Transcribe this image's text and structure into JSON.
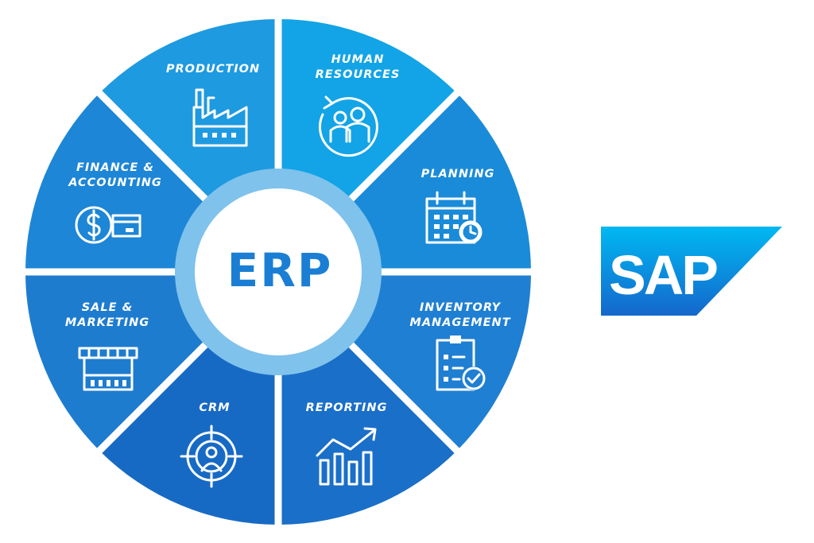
{
  "center": {
    "label": "ERP"
  },
  "segments": [
    {
      "id": "production",
      "lines": [
        "PRODUCTION"
      ],
      "icon": "factory-icon",
      "color": "#1e9ae0"
    },
    {
      "id": "human-resources",
      "lines": [
        "HUMAN",
        "RESOURCES"
      ],
      "icon": "people-cycle-icon",
      "color": "#12a4e6"
    },
    {
      "id": "planning",
      "lines": [
        "PLANNING"
      ],
      "icon": "calendar-clock-icon",
      "color": "#1a8bd8"
    },
    {
      "id": "inventory-management",
      "lines": [
        "INVENTORY",
        "MANAGEMENT"
      ],
      "icon": "clipboard-check-icon",
      "color": "#1f7fd2"
    },
    {
      "id": "reporting",
      "lines": [
        "REPORTING"
      ],
      "icon": "bar-chart-trend-icon",
      "color": "#1a6fc8"
    },
    {
      "id": "crm",
      "lines": [
        "CRM"
      ],
      "icon": "target-person-icon",
      "color": "#176ac4"
    },
    {
      "id": "sale-marketing",
      "lines": [
        "SALE &",
        "MARKETING"
      ],
      "icon": "storefront-icon",
      "color": "#1e7ccf"
    },
    {
      "id": "finance-accounting",
      "lines": [
        "FINANCE &",
        "ACCOUNTING"
      ],
      "icon": "money-card-icon",
      "color": "#1d86d6"
    }
  ],
  "logo": {
    "text": "SAP",
    "gradient_top": "#00b9f2",
    "gradient_bottom": "#1467cc"
  },
  "colors": {
    "ring": "#7fc2ec",
    "center_fill": "#ffffff",
    "center_text": "#1a7fd4",
    "gap": "#ffffff"
  }
}
